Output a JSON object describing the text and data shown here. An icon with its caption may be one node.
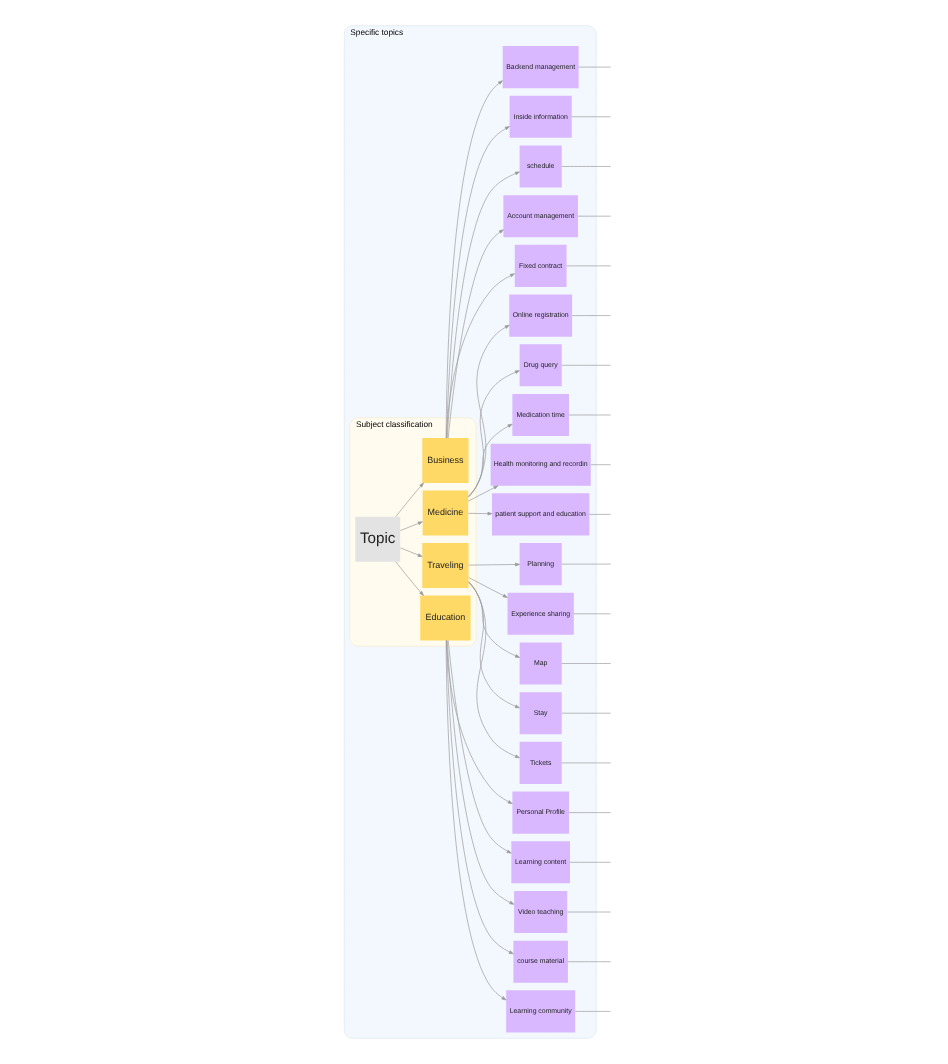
{
  "diagram": {
    "nodes": [
      {
        "text": [
          "Specific topics"
        ]
      },
      {
        "text": [
          "Subject classification"
        ],
        "in": 0
      },
      {
        "text": [
          "Business"
        ],
        "in": 1
      },
      {
        "text": [
          "Medicine"
        ],
        "in": 1
      },
      {
        "text": [
          "Topic"
        ],
        "in": 1
      },
      {
        "text": [
          "Traveling"
        ],
        "in": 1
      },
      {
        "text": [
          "Education"
        ],
        "in": 1
      },
      {
        "text": [
          "Backend management"
        ],
        "in": 0
      },
      {
        "text": [
          "Inside information"
        ],
        "in": 0
      },
      {
        "text": [
          "schedule"
        ],
        "in": 0
      },
      {
        "text": [
          "Account management"
        ],
        "in": 0
      },
      {
        "text": [
          "Fixed contract"
        ],
        "in": 0
      },
      {
        "text": [
          "Online registration"
        ],
        "in": 0
      },
      {
        "text": [
          "Drug query"
        ],
        "in": 0
      },
      {
        "text": [
          "Medication time"
        ],
        "in": 0
      },
      {
        "text": [
          "Health monitoring and recordin"
        ],
        "in": 0
      },
      {
        "text": [
          "patient support and education"
        ],
        "in": 0
      },
      {
        "text": [
          "Planning"
        ],
        "in": 0
      },
      {
        "text": [
          "Experience sharing"
        ],
        "in": 0
      },
      {
        "text": [
          "Map"
        ],
        "in": 0
      },
      {
        "text": [
          "Stay"
        ],
        "in": 0
      },
      {
        "text": [
          "Tickets"
        ],
        "in": 0
      },
      {
        "text": [
          "Personal Profile"
        ],
        "in": 0
      },
      {
        "text": [
          "Learning content"
        ],
        "in": 0
      },
      {
        "text": [
          "Video teaching"
        ],
        "in": 0
      },
      {
        "text": [
          "course material"
        ],
        "in": 0
      },
      {
        "text": [
          "Learning community"
        ],
        "in": 0
      }
    ],
    "edges": [
      {
        "from": 4,
        "to": 2,
        "arrow": "to"
      },
      {
        "from": 4,
        "to": 3,
        "arrow": "to"
      },
      {
        "from": 4,
        "to": 5,
        "arrow": "to"
      },
      {
        "from": 4,
        "to": 6,
        "arrow": "to"
      },
      {
        "from": 2,
        "to": 7,
        "arrow": "to"
      },
      {
        "from": 2,
        "to": 8,
        "arrow": "to"
      },
      {
        "from": 2,
        "to": 9,
        "arrow": "to"
      },
      {
        "from": 2,
        "to": 10,
        "arrow": "to"
      },
      {
        "from": 2,
        "to": 11,
        "arrow": "to"
      },
      {
        "from": 3,
        "to": 12,
        "arrow": "to"
      },
      {
        "from": 3,
        "to": 13,
        "arrow": "to"
      },
      {
        "from": 3,
        "to": 14,
        "arrow": "to"
      },
      {
        "from": 3,
        "to": 15,
        "arrow": "to"
      },
      {
        "from": 3,
        "to": 16,
        "arrow": "to"
      },
      {
        "from": 5,
        "to": 17,
        "arrow": "to"
      },
      {
        "from": 5,
        "to": 18,
        "arrow": "to"
      },
      {
        "from": 5,
        "to": 19,
        "arrow": "to"
      },
      {
        "from": 5,
        "to": 20,
        "arrow": "to"
      },
      {
        "from": 5,
        "to": 21,
        "arrow": "to"
      },
      {
        "from": 6,
        "to": 22,
        "arrow": "to"
      },
      {
        "from": 6,
        "to": 23,
        "arrow": "to"
      },
      {
        "from": 6,
        "to": 24,
        "arrow": "to"
      },
      {
        "from": 6,
        "to": 25,
        "arrow": "to"
      },
      {
        "from": 6,
        "to": 26,
        "arrow": "to"
      },
      {
        "from": 7,
        "to": null,
        "arrow": "none"
      },
      {
        "from": 8,
        "to": null,
        "arrow": "none"
      },
      {
        "from": 9,
        "to": null,
        "arrow": "none"
      },
      {
        "from": 10,
        "to": null,
        "arrow": "none"
      },
      {
        "from": 11,
        "to": null,
        "arrow": "none"
      },
      {
        "from": 12,
        "to": null,
        "arrow": "none"
      },
      {
        "from": 13,
        "to": null,
        "arrow": "none"
      },
      {
        "from": 14,
        "to": null,
        "arrow": "none"
      },
      {
        "from": 15,
        "to": null,
        "arrow": "none"
      },
      {
        "from": 16,
        "to": null,
        "arrow": "none"
      },
      {
        "from": 17,
        "to": null,
        "arrow": "none"
      },
      {
        "from": 18,
        "to": null,
        "arrow": "none"
      },
      {
        "from": 19,
        "to": null,
        "arrow": "none"
      },
      {
        "from": 20,
        "to": null,
        "arrow": "none"
      },
      {
        "from": 21,
        "to": null,
        "arrow": "none"
      },
      {
        "from": 22,
        "to": null,
        "arrow": "none"
      },
      {
        "from": 23,
        "to": null,
        "arrow": "none"
      },
      {
        "from": 24,
        "to": null,
        "arrow": "none"
      },
      {
        "from": 25,
        "to": null,
        "arrow": "none"
      },
      {
        "from": 26,
        "to": null,
        "arrow": "none"
      }
    ]
  }
}
